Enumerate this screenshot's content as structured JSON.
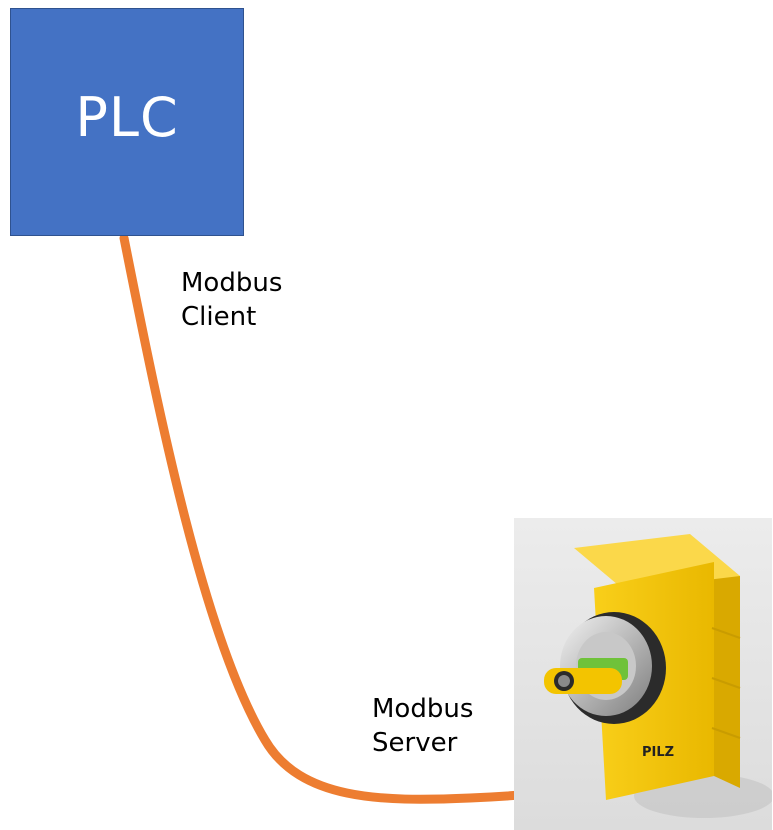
{
  "diagram": {
    "plc": {
      "label": "PLC"
    },
    "client_label": {
      "line1": "Modbus",
      "line2": "Client"
    },
    "server_label": {
      "line1": "Modbus",
      "line2": "Server"
    },
    "device": {
      "brand": "PILZ"
    },
    "colors": {
      "plc_fill": "#4472C4",
      "cable": "#ED7D31",
      "device_yellow": "#F7C600"
    }
  }
}
